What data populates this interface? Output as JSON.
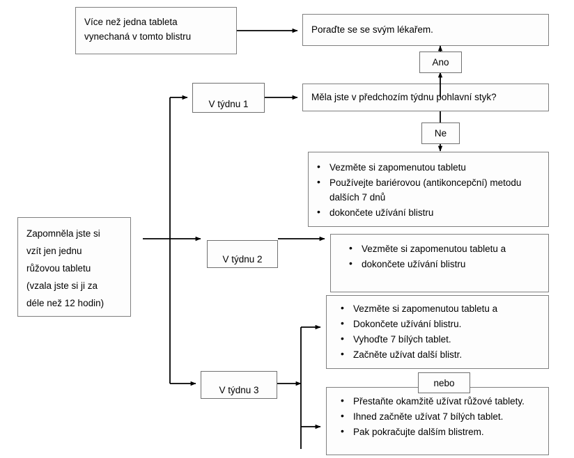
{
  "diagram": {
    "title": "Zapomnela jste si vzit tabletu - rozhodovaci schema",
    "language": "cs",
    "accent_color": "#000000",
    "box_border_color": "#7f7f7f"
  },
  "nodes": {
    "missed_multiple": {
      "line1": "Více než jedna tableta",
      "line2": "vynechaná v tomto blistru"
    },
    "consult_doctor": {
      "text": "Poraďte se se svým lékařem."
    },
    "question_intercourse": {
      "text": "Měla jste v předchozím týdnu pohlavní styk?"
    },
    "missed_one": {
      "line1": "Zapomněla jste si",
      "line2": "vzít jen jednu",
      "line3": "růžovou tabletu",
      "line4": "(vzala jste si ji za",
      "line5": "déle než 12 hodin)"
    },
    "week1": {
      "text": "V týdnu 1"
    },
    "week2": {
      "text": "V týdnu 2"
    },
    "week3": {
      "text": "V týdnu 3"
    },
    "advice_week1": {
      "bullets": [
        "Vezměte si zapomenutou tabletu",
        "Používejte bariérovou (antikoncepční) metodu dalších 7 dnů",
        "dokončete užívání blistru"
      ]
    },
    "advice_week2": {
      "bullets": [
        "Vezměte si zapomenutou tabletu a",
        "dokončete užívání blistru"
      ]
    },
    "advice_week3_a": {
      "bullets": [
        "Vezměte si zapomenutou tabletu a",
        "Dokončete užívání blistru.",
        "Vyhoďte 7 bílých tablet.",
        "Začněte užívat další blistr."
      ]
    },
    "advice_week3_b": {
      "bullets": [
        "Přestaňte okamžitě užívat růžové tablety.",
        "Ihned začněte užívat 7 bílých tablet.",
        "Pak pokračujte dalším blistrem."
      ]
    }
  },
  "edge_labels": {
    "yes": "Ano",
    "no": "Ne",
    "or": "nebo"
  }
}
